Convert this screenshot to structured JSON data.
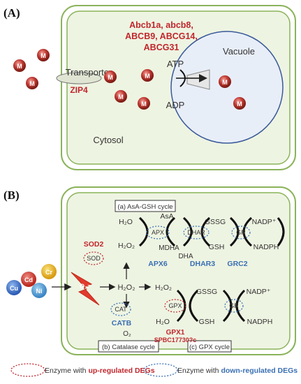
{
  "colors": {
    "cell_fill": "#eef4e2",
    "cell_stroke": "#8ab35a",
    "vacuole_fill": "#e8eef8",
    "vacuole_stroke": "#3a5a9a",
    "up_regulated": "#c0262c",
    "down_regulated": "#3a6fb3",
    "metal": "#b8312a"
  },
  "panel_a": {
    "label": "(A)",
    "genes": [
      "Abcb1a, abcb8,",
      "ABCB9, ABCG14,",
      "ABCG31"
    ],
    "transporter": "Transporter",
    "zip": "ZIP4",
    "atp": "ATP",
    "adp": "ADP",
    "vacuole": "Vacuole",
    "cytosol": "Cytosol",
    "metal_symbol": "M"
  },
  "panel_b": {
    "label": "(B)",
    "cycles": {
      "asa_gsh": "(a) AsA-GSH cycle",
      "catalase": "(b) Catalase cycle",
      "gpx": "(c) GPX cycle"
    },
    "metals": [
      "Cu",
      "Cd",
      "Ni",
      "Cr"
    ],
    "o2_radical": "O₂⁻",
    "sod": "SOD",
    "sod2": "SOD2",
    "h2o2": "H₂O₂",
    "h2o": "H₂O",
    "o2": "O₂",
    "asa": "AsA",
    "apx": "APX",
    "apx6": "APX6",
    "mdha": "MDHA",
    "dha": "DHA",
    "dhar": "DHAR",
    "dhar3": "DHAR3",
    "gssg": "GSSG",
    "gsh": "GSH",
    "gr": "GR",
    "grc2": "GRC2",
    "nadp": "NADP⁺",
    "nadph": "NADPH",
    "cat": "CAT",
    "catb": "CATB",
    "gpx": "GPX",
    "gpx1": "GPX1",
    "spbc": "SPBC17730?c"
  },
  "legend": {
    "up_prefix": "Enzyme with ",
    "up_highlight": "up-regulated DEGs",
    "down_prefix": "Enzyme with ",
    "down_highlight": "down-regulated DEGs"
  }
}
